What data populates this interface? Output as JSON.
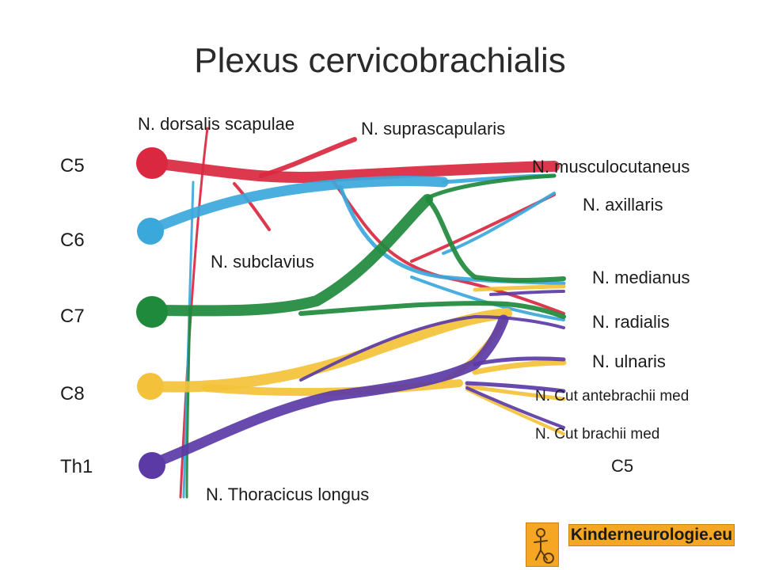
{
  "title": "Plexus cervicobrachialis",
  "roots": [
    "C5",
    "C6",
    "C7",
    "C8",
    "Th1"
  ],
  "nerves": {
    "dorsalis_scapulae": "N. dorsalis scapulae",
    "suprascapularis": "N. suprascapularis",
    "musculocutaneus": "N. musculocutaneus",
    "axillaris": "N. axillaris",
    "subclavius": "N. subclavius",
    "medianus": "N. medianus",
    "radialis": "N. radialis",
    "ulnaris": "N. ulnaris",
    "cut_antebrachii": "N. Cut antebrachii med",
    "cut_brachii": "N. Cut brachii med",
    "c5_bottom": "C5",
    "thoracicus_longus": "N. Thoracicus longus"
  },
  "brand": "Kinderneurologie.eu",
  "colors": {
    "C5": "#d9283f",
    "C6": "#3ba8dc",
    "C7": "#1f8a3c",
    "C8": "#f4c23a",
    "Th1": "#5b3aa6"
  }
}
